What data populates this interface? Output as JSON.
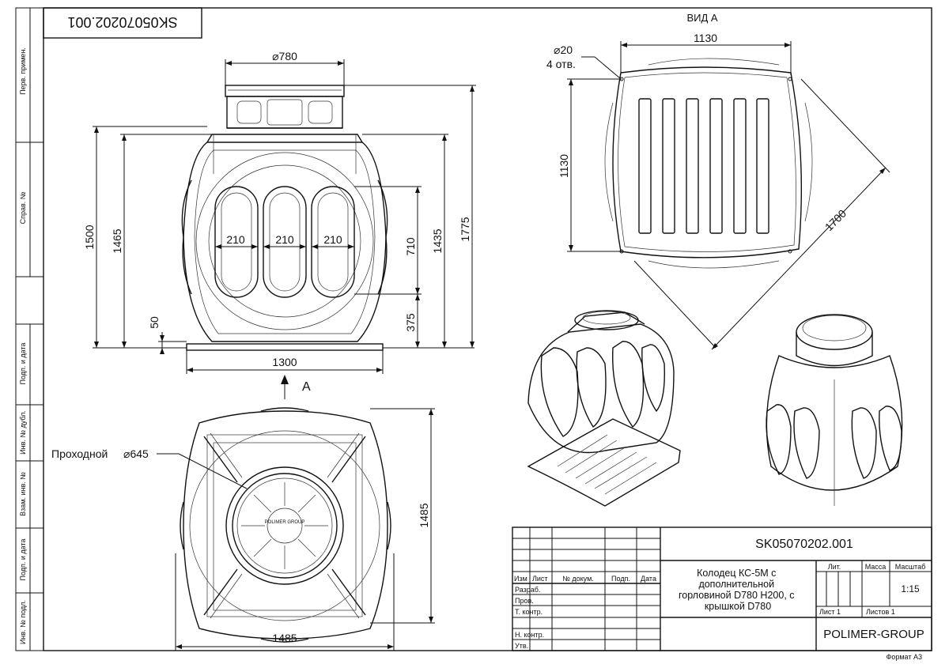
{
  "drawing_number_mirrored": "SK05070202.001",
  "left_strip": {
    "perv_primen": "Перв. примен.",
    "sprav_no": "Справ. №",
    "podp_i_data_1": "Подп. и дата",
    "inv_no_dubl": "Инв. № дубл.",
    "vzam_inv_no": "Взам. инв. №",
    "podp_i_data_2": "Подп. и дата",
    "inv_no_podl": "Инв. № подл."
  },
  "front_view": {
    "dim_top": "780",
    "dim_h_1500": "1500",
    "dim_h_1465": "1465",
    "dim_h_1435": "1435",
    "dim_h_1775": "1775",
    "dim_710": "710",
    "dim_375": "375",
    "dim_50": "50",
    "dim_slot_1": "210",
    "dim_slot_2": "210",
    "dim_slot_3": "210",
    "dim_base": "1300",
    "view_arrow_label": "A"
  },
  "plan_view": {
    "passage_label": "Проходной",
    "passage_diameter": "645",
    "dim_side": "1485",
    "dim_bottom": "1485",
    "logo_text": "POLIMER GROUP"
  },
  "view_a": {
    "title": "ВИД А",
    "dim_top": "1130",
    "dim_left": "1130",
    "dim_diag": "1700",
    "holes_dia": "20",
    "holes_count": "4 отв."
  },
  "title_block": {
    "doc_code": "SK05070202.001",
    "title": "Колодец КС-5М с дополнительной горловиной D780 H200, с крышкой D780",
    "title_line1": "Колодец КС-5М с",
    "title_line2": "дополнительной",
    "title_line3": "горловиной D780 H200, с",
    "title_line4": "крышкой D780",
    "col_izm": "Изм",
    "col_list": "Лист",
    "col_no_dokum": "№ докум.",
    "col_podp": "Подп.",
    "col_data": "Дата",
    "row_razrab": "Разраб.",
    "row_prov": "Пров.",
    "row_t_kontr": "Т. контр.",
    "row_n_kontr": "Н. контр.",
    "row_utv": "Утв.",
    "lit": "Лит.",
    "massa": "Масса",
    "masshtab": "Масштаб",
    "scale": "1:15",
    "sheet": "Лист 1",
    "sheets": "Листов 1",
    "company": "POLIMER-GROUP",
    "format": "Формат А3"
  }
}
